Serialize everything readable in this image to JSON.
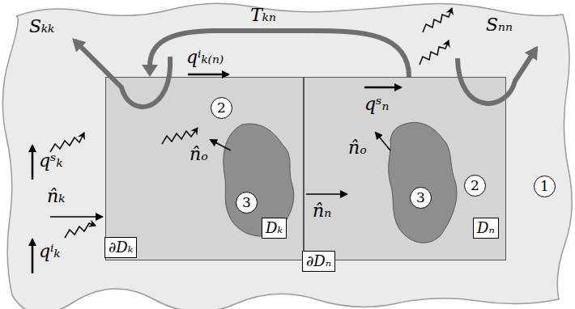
{
  "diagram": {
    "nodes": [
      {
        "text": [
          "1"
        ]
      },
      {
        "text": [
          "2",
          "Dₖ",
          "∂Dₖ"
        ],
        "in": 0
      },
      {
        "text": [
          "3"
        ],
        "in": 1
      },
      {
        "text": [
          "2",
          "Dₙ",
          "∂Dₙ"
        ],
        "in": 0
      },
      {
        "text": [
          "3"
        ],
        "in": 3
      }
    ],
    "edges": [
      {
        "from": 3,
        "to": 1,
        "label": "Tₖₙ",
        "arrow": "to"
      }
    ],
    "labels": [
      "Sₖₖ",
      "qⁱₖ₍ₙ₎",
      "Sₙₙ",
      "qˢₙ",
      "n̂ₒ",
      "n̂ₒ",
      "qˢₖ",
      "n̂ₖ",
      "qⁱₖ",
      "n̂ₙ"
    ]
  }
}
